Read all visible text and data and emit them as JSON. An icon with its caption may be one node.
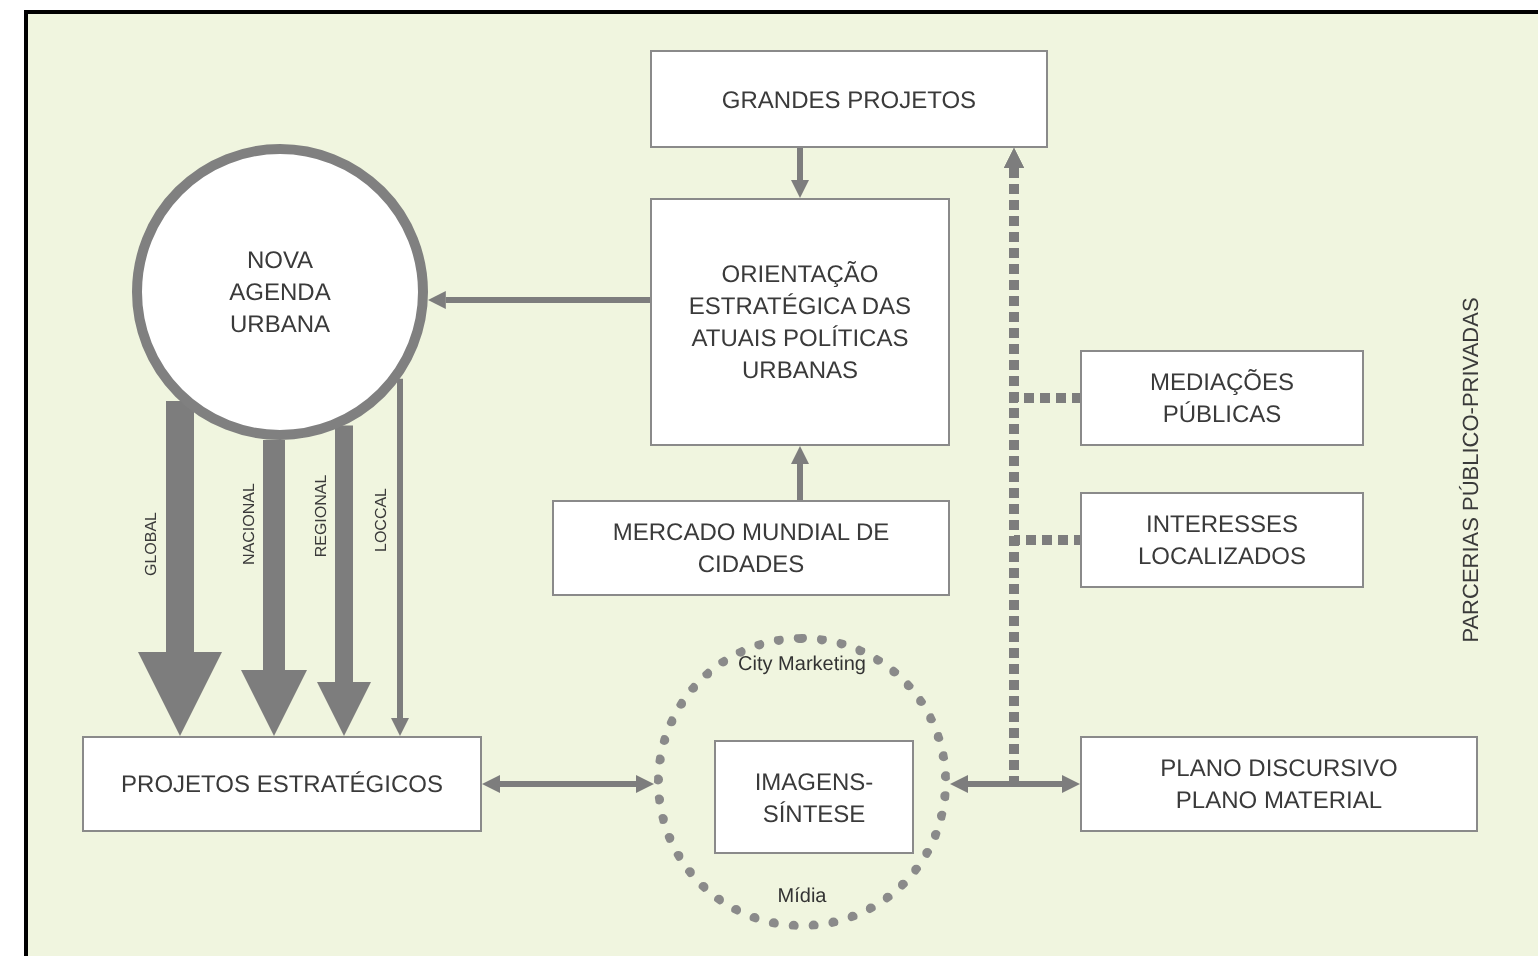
{
  "diagram": {
    "nodes": [
      {
        "text": [
          "GRANDES PROJETOS"
        ]
      },
      {
        "text": [
          "ORIENTAÇÃO ESTRATÉGICA DAS ATUAIS POLÍTICAS URBANAS"
        ]
      },
      {
        "text": [
          "NOVA AGENDA URBANA"
        ]
      },
      {
        "text": [
          "MERCADO MUNDIAL DE CIDADES"
        ]
      },
      {
        "text": [
          "MEDIAÇÕES PÚBLICAS"
        ]
      },
      {
        "text": [
          "INTERESSES LOCALIZADOS"
        ]
      },
      {
        "text": [
          "City Marketing",
          "Mídia"
        ]
      },
      {
        "text": [
          "IMAGENS-SÍNTESE"
        ],
        "in": 6
      },
      {
        "text": [
          "PROJETOS ESTRATÉGICOS"
        ]
      },
      {
        "text": [
          "PLANO DISCURSIVO",
          "PLANO MATERIAL"
        ]
      }
    ],
    "edges": [
      {
        "from": 0,
        "to": 1,
        "arrow": "to"
      },
      {
        "from": 1,
        "to": 2,
        "arrow": "to"
      },
      {
        "from": 3,
        "to": 1,
        "arrow": "to"
      },
      {
        "from": 2,
        "to": 8,
        "arrow": "to",
        "label": "GLOBAL",
        "style": "thick"
      },
      {
        "from": 2,
        "to": 8,
        "arrow": "to",
        "label": "NACIONAL",
        "style": "thick"
      },
      {
        "from": 2,
        "to": 8,
        "arrow": "to",
        "label": "REGIONAL",
        "style": "thick"
      },
      {
        "from": 2,
        "to": 8,
        "arrow": "to",
        "label": "LOCCAL"
      },
      {
        "from": 8,
        "to": 6,
        "arrow": "both"
      },
      {
        "from": 6,
        "to": 9,
        "arrow": "both"
      },
      {
        "from": 4,
        "to": 0,
        "arrow": "to",
        "style": "dashed"
      },
      {
        "from": 5,
        "to": 0,
        "arrow": "to",
        "style": "dashed"
      },
      {
        "from": null,
        "to": 0,
        "arrow": "to",
        "style": "dashed"
      }
    ],
    "labels": [
      "PARCERIAS PÚBLICO-PRIVADAS"
    ]
  }
}
